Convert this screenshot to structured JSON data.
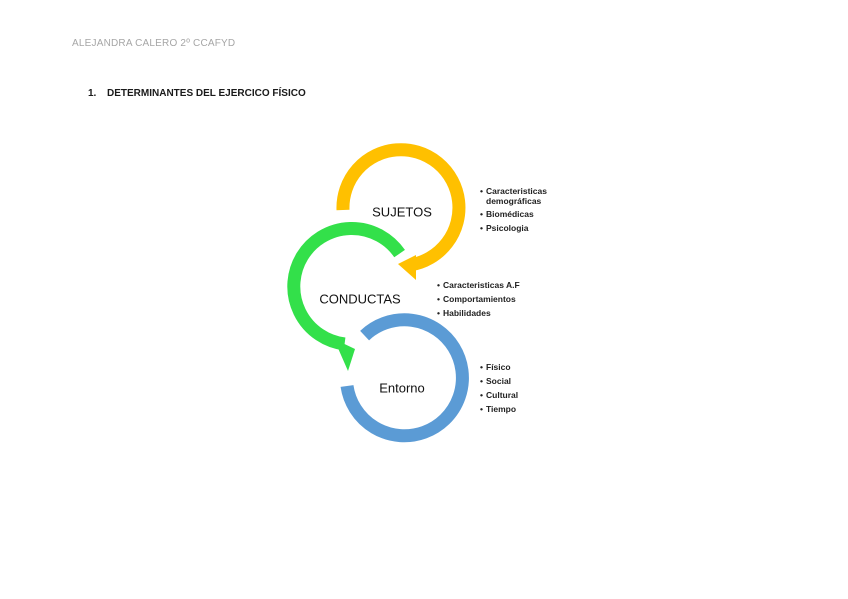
{
  "header": {
    "author": "ALEJANDRA CALERO 2º CCAFYD"
  },
  "section": {
    "number": "1.",
    "title": "DETERMINANTES DEL EJERCICO FÍSICO"
  },
  "diagram": {
    "colors": {
      "sujetos": "#FFC000",
      "conductas": "#33E04A",
      "entorno": "#5B9BD5"
    },
    "nodes": [
      {
        "label": "SUJETOS",
        "bullets": [
          "Caracteristicas",
          "demográficas",
          "Biomédicas",
          "Psicologia"
        ]
      },
      {
        "label": "CONDUCTAS",
        "bullets": [
          "Caracteristicas A.F",
          "Comportamientos",
          "Habilidades"
        ]
      },
      {
        "label": "Entorno",
        "bullets": [
          "Físico",
          "Social",
          "Cultural",
          "Tiempo"
        ]
      }
    ]
  }
}
